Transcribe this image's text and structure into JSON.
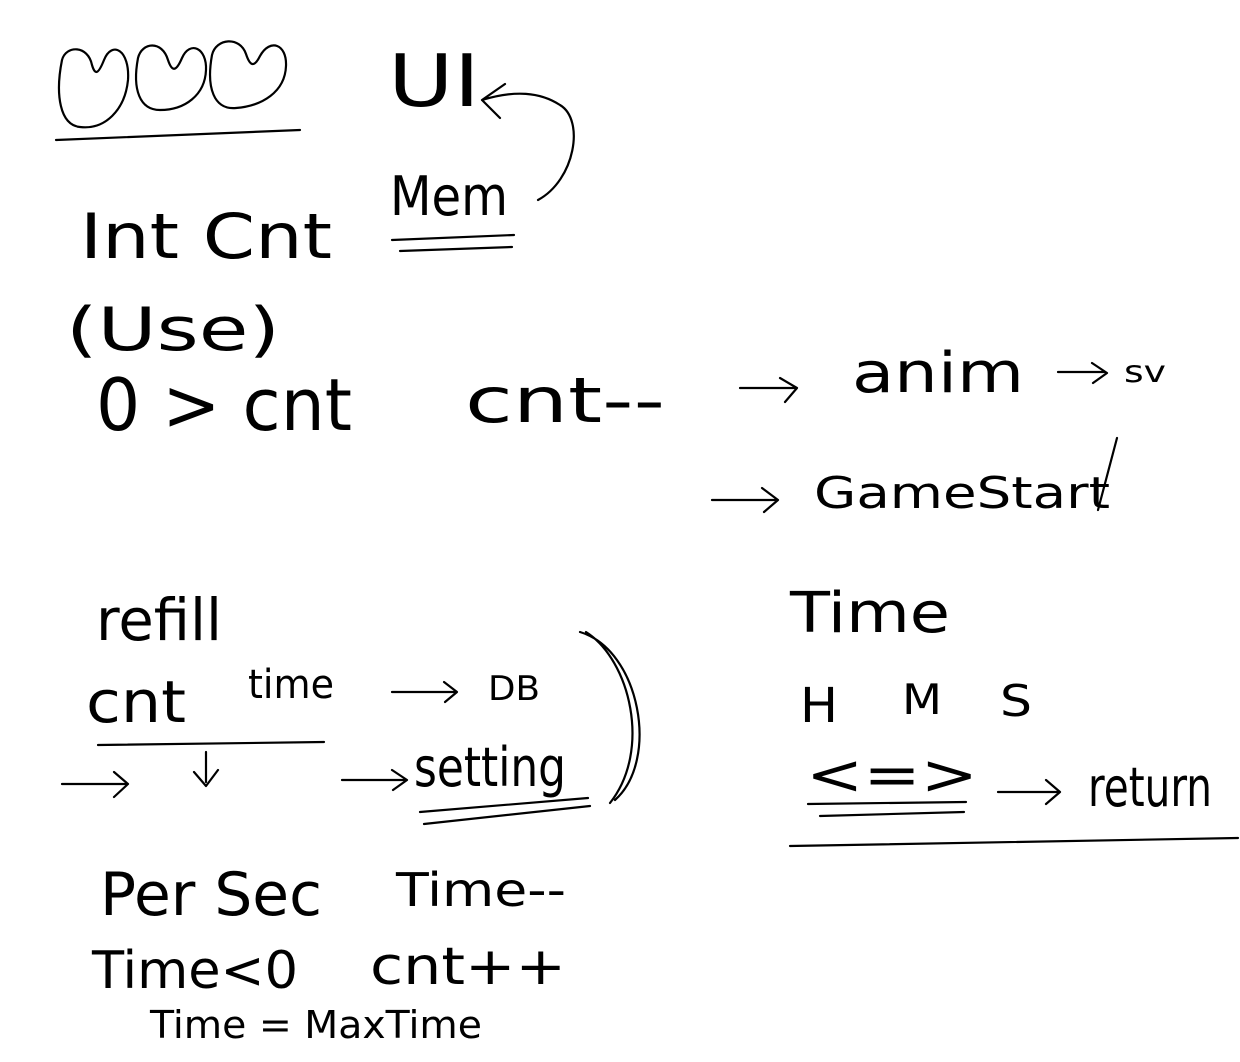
{
  "style": {
    "background": "#ffffff",
    "ink": "#000000"
  },
  "heading": {
    "hearts_icon": "three-hearts-icon",
    "ui": "UI",
    "mem": "Mem"
  },
  "section_count": {
    "declaration": "Int Cnt",
    "use": "(Use)",
    "condition": "0 > cnt",
    "decrement": "cnt--",
    "anim": "anim",
    "sv": "sv",
    "game_start": "GameStart"
  },
  "section_refill": {
    "title": "refill",
    "cnt": "cnt",
    "time": "time",
    "db": "DB",
    "setting": "setting"
  },
  "section_time": {
    "title": "Time",
    "h": "H",
    "m": "M",
    "s": "S",
    "compare": "<=>",
    "return": "return"
  },
  "section_per_sec": {
    "title": "Per Sec",
    "time_dec": "Time--",
    "condition": "Time<0",
    "cnt_inc": "cnt++",
    "reset": "Time = MaxTime"
  }
}
